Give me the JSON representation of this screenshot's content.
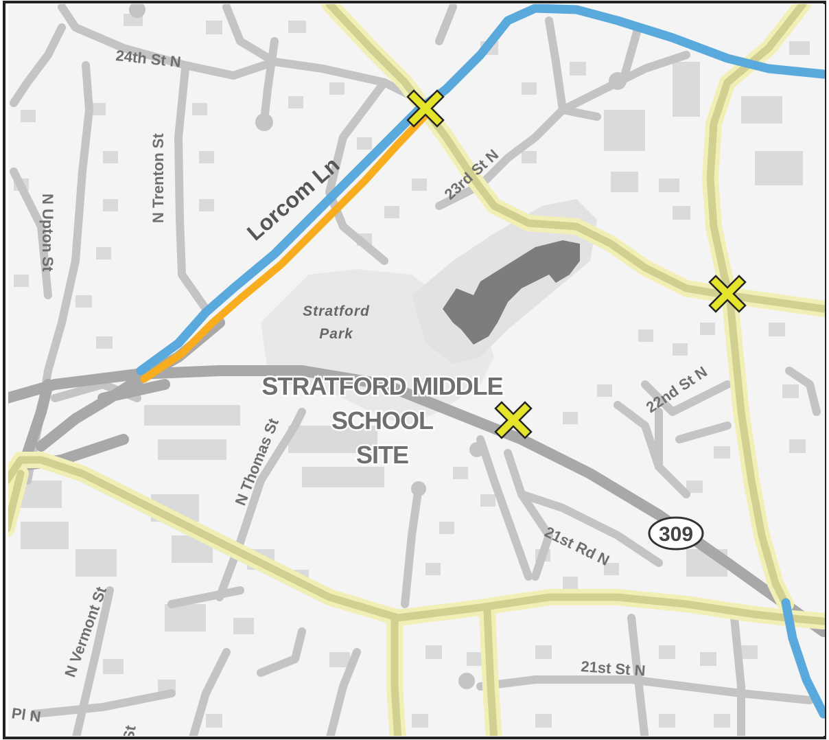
{
  "map": {
    "colors": {
      "background": "#f4f4f4",
      "road": "#c4c4c4",
      "road_major": "#a8a8a8",
      "building": "#dadada",
      "school_building": "#7d7d7d",
      "highlight_route": "#f4f0b2",
      "blue_route": "#5aa9dc",
      "orange_route": "#f7ad1e",
      "marker": "#e4e42a"
    },
    "streets": {
      "s24th": "24th St N",
      "lorcom": "Lorcom Ln",
      "trenton": "N Trenton St",
      "upton": "N Upton St",
      "s23rd": "23rd St N",
      "s22nd": "22nd St N",
      "thomas": "N Thomas St",
      "s21st_rd": "21st Rd N",
      "s21st_st": "21st St N",
      "vermont": "N Vermont St",
      "pl": "Pl N",
      "st_fragment": "St"
    },
    "park": {
      "line1": "Stratford",
      "line2": "Park"
    },
    "site": {
      "line1": "STRATFORD MIDDLE",
      "line2": "SCHOOL",
      "line3": "SITE"
    },
    "route_shield": "309",
    "markers": [
      "crossing-marker",
      "crossing-marker",
      "crossing-marker"
    ]
  }
}
